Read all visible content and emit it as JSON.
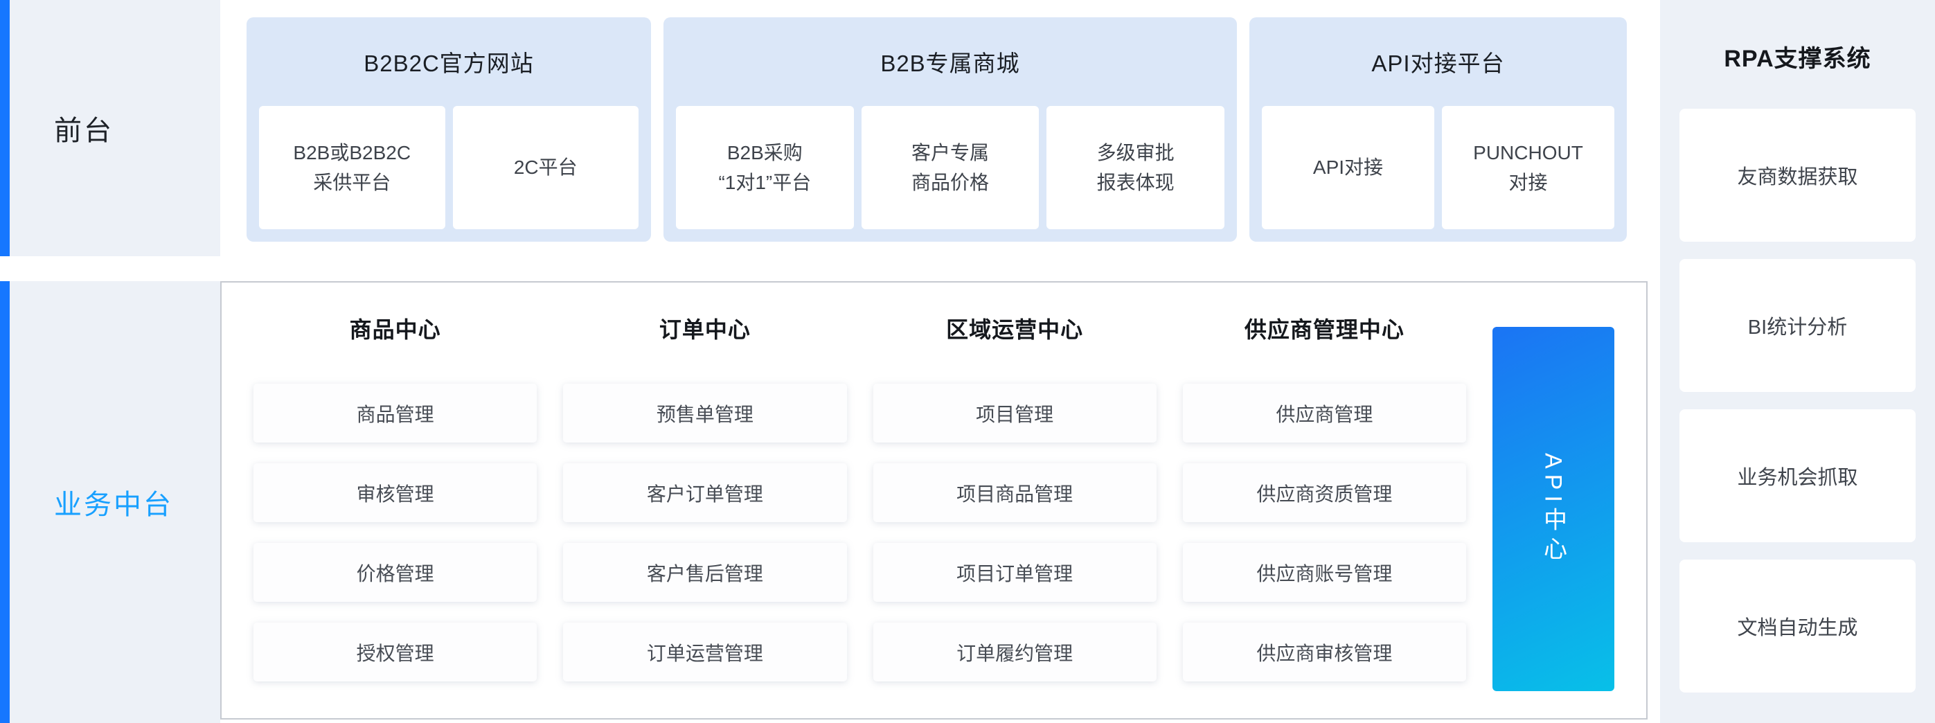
{
  "left_sections": [
    {
      "label": "前台"
    },
    {
      "label": "业务中台"
    }
  ],
  "top_groups": [
    {
      "title": "B2B2C官方网站",
      "cards": [
        "B2B或B2B2C\n采供平台",
        "2C平台"
      ]
    },
    {
      "title": "B2B专属商城",
      "cards": [
        "B2B采购\n“1对1”平台",
        "客户专属\n商品价格",
        "多级审批\n报表体现"
      ]
    },
    {
      "title": "API对接平台",
      "cards": [
        "API对接",
        "PUNCHOUT\n对接"
      ]
    }
  ],
  "middle_platform": {
    "columns": [
      {
        "title": "商品中心",
        "items": [
          "商品管理",
          "审核管理",
          "价格管理",
          "授权管理"
        ]
      },
      {
        "title": "订单中心",
        "items": [
          "预售单管理",
          "客户订单管理",
          "客户售后管理",
          "订单运营管理"
        ]
      },
      {
        "title": "区域运营中心",
        "items": [
          "项目管理",
          "项目商品管理",
          "项目订单管理",
          "订单履约管理"
        ]
      },
      {
        "title": "供应商管理中心",
        "items": [
          "供应商管理",
          "供应商资质管理",
          "供应商账号管理",
          "供应商审核管理"
        ]
      }
    ],
    "api_bar": "API中心"
  },
  "rpa": {
    "title": "RPA支撑系统",
    "cards": [
      "友商数据获取",
      "BI统计分析",
      "业务机会抓取",
      "文档自动生成"
    ]
  },
  "colors": {
    "accent_blue": "#1677ff",
    "panel_bg": "#edf1f7",
    "group_bg": "#dbe7f8",
    "highlight_text": "#18a0ff",
    "api_gradient_start": "#1b74f4",
    "api_gradient_end": "#08c0e8"
  }
}
